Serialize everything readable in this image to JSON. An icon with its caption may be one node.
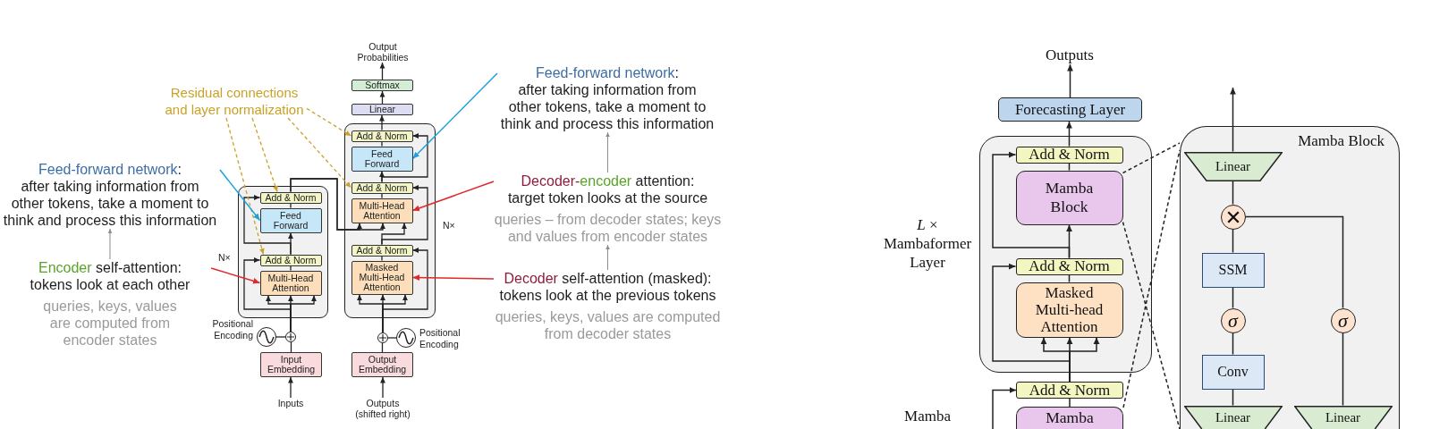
{
  "diagram": {
    "nodes": [
      {
        "text": [
          "Output Probabilities"
        ]
      },
      {
        "text": [
          "Softmax"
        ]
      },
      {
        "text": [
          "Linear"
        ]
      },
      {
        "text": [],
        "shape": "box",
        "beside": [
          "N×"
        ]
      },
      {
        "text": [
          "Add & Norm"
        ],
        "in": 3
      },
      {
        "text": [
          "Feed Forward"
        ],
        "in": 3
      },
      {
        "text": [
          "Add & Norm"
        ],
        "in": 3
      },
      {
        "text": [
          "Multi-Head Attention"
        ],
        "in": 3
      },
      {
        "text": [
          "Add & Norm"
        ],
        "in": 3
      },
      {
        "text": [
          "Masked Multi-Head Attention"
        ],
        "in": 3
      },
      {
        "text": [],
        "shape": "box",
        "beside": [
          "N×"
        ]
      },
      {
        "text": [
          "Add & Norm"
        ],
        "in": 10
      },
      {
        "text": [
          "Feed Forward"
        ],
        "in": 10
      },
      {
        "text": [
          "Add & Norm"
        ],
        "in": 10
      },
      {
        "text": [
          "Multi-Head Attention"
        ],
        "in": 10
      },
      {
        "text": [],
        "shape": "circle",
        "beside": [
          "Positional Encoding"
        ]
      },
      {
        "text": [],
        "shape": "circle"
      },
      {
        "text": [
          "Input Embedding"
        ]
      },
      {
        "text": [
          "Inputs"
        ]
      },
      {
        "text": [],
        "shape": "circle",
        "beside": [
          "Positional Encoding"
        ]
      },
      {
        "text": [],
        "shape": "circle"
      },
      {
        "text": [
          "Output Embedding"
        ]
      },
      {
        "text": [
          "Outputs (shifted right)"
        ]
      },
      {
        "text": [
          "Residual connections and layer normalization"
        ]
      },
      {
        "text": [
          "Feed-forward network:",
          "after taking information from other tokens, take a moment to think and process this information"
        ]
      },
      {
        "text": [
          "Encoder self-attention:",
          "tokens look at each other",
          "queries, keys, values are computed from encoder states"
        ]
      },
      {
        "text": [
          "Feed-forward network:",
          "after taking information from other tokens, take a moment to think and process this information"
        ]
      },
      {
        "text": [
          "Decoder-encoder attention:",
          "target token looks at the source",
          "queries – from decoder states; keys and values from encoder states"
        ]
      },
      {
        "text": [
          "Decoder self-attention (masked):",
          "tokens look at the previous tokens",
          "queries, keys, values are computed from decoder states"
        ]
      },
      {
        "text": [
          "Outputs"
        ]
      },
      {
        "text": [
          "Forecasting Layer"
        ]
      },
      {
        "text": [],
        "shape": "box",
        "beside": [
          "*L* × Mambaformer Layer"
        ]
      },
      {
        "text": [
          "Add & Norm"
        ],
        "in": 31
      },
      {
        "text": [
          "Mamba Block"
        ],
        "in": 31
      },
      {
        "text": [
          "Add & Norm"
        ],
        "in": 31
      },
      {
        "text": [
          "Masked Multi-head Attention"
        ],
        "in": 31
      },
      {
        "text": [
          "Add & Norm"
        ]
      },
      {
        "text": [
          "Mamba"
        ]
      },
      {
        "text": [
          "Mamba Block"
        ]
      },
      {
        "text": [
          "Linear"
        ],
        "in": 38
      },
      {
        "text": [],
        "shape": "circle",
        "in": 38
      },
      {
        "text": [
          "SSM"
        ],
        "in": 38
      },
      {
        "text": [
          "σ"
        ],
        "in": 38
      },
      {
        "text": [
          "Conv"
        ],
        "in": 38
      },
      {
        "text": [
          "σ"
        ],
        "in": 38
      },
      {
        "text": [
          "Linear"
        ],
        "in": 38
      },
      {
        "text": [
          "Linear"
        ],
        "in": 38
      }
    ],
    "edges": [
      {
        "from": 1,
        "to": 0,
        "arrow": "to"
      },
      {
        "from": 2,
        "to": 1,
        "arrow": "to"
      },
      {
        "from": 4,
        "to": 2,
        "arrow": "to"
      },
      {
        "from": 5,
        "to": 4,
        "arrow": "none"
      },
      {
        "from": 6,
        "to": 5,
        "arrow": "to"
      },
      {
        "from": 6,
        "to": 4,
        "arrow": "to"
      },
      {
        "from": 7,
        "to": 6,
        "arrow": "none"
      },
      {
        "from": 8,
        "to": 7,
        "arrow": "to"
      },
      {
        "from": 8,
        "to": 6,
        "arrow": "to"
      },
      {
        "from": 9,
        "to": 8,
        "arrow": "none"
      },
      {
        "from": 20,
        "to": 9,
        "arrow": "to"
      },
      {
        "from": 20,
        "to": 9,
        "arrow": "to"
      },
      {
        "from": 20,
        "to": 9,
        "arrow": "to"
      },
      {
        "from": 20,
        "to": 8,
        "arrow": "to"
      },
      {
        "from": 21,
        "to": 20,
        "arrow": "none"
      },
      {
        "from": 19,
        "to": 20,
        "arrow": "none"
      },
      {
        "from": 22,
        "to": 21,
        "arrow": "to"
      },
      {
        "from": 18,
        "to": 17,
        "arrow": "to"
      },
      {
        "from": 17,
        "to": 16,
        "arrow": "none"
      },
      {
        "from": 15,
        "to": 16,
        "arrow": "none"
      },
      {
        "from": 16,
        "to": 14,
        "arrow": "to"
      },
      {
        "from": 16,
        "to": 14,
        "arrow": "to"
      },
      {
        "from": 16,
        "to": 14,
        "arrow": "to"
      },
      {
        "from": 16,
        "to": 13,
        "arrow": "to"
      },
      {
        "from": 14,
        "to": 13,
        "arrow": "none"
      },
      {
        "from": 13,
        "to": 12,
        "arrow": "to"
      },
      {
        "from": 13,
        "to": 11,
        "arrow": "to"
      },
      {
        "from": 12,
        "to": 11,
        "arrow": "none"
      },
      {
        "from": 11,
        "to": 7,
        "arrow": "to"
      },
      {
        "from": 11,
        "to": 7,
        "arrow": "to"
      },
      {
        "from": 23,
        "to": 11,
        "arrow": "to",
        "style": "dashed",
        "color": "#c9a12b"
      },
      {
        "from": 23,
        "to": 13,
        "arrow": "to",
        "style": "dashed",
        "color": "#c9a12b"
      },
      {
        "from": 23,
        "to": 4,
        "arrow": "to",
        "style": "dashed",
        "color": "#c9a12b"
      },
      {
        "from": 23,
        "to": 6,
        "arrow": "to",
        "style": "dashed",
        "color": "#c9a12b"
      },
      {
        "from": 24,
        "to": 12,
        "arrow": "to",
        "color": "#1ea0dc"
      },
      {
        "from": 25,
        "to": 14,
        "arrow": "to",
        "color": "#e0282d"
      },
      {
        "from": 25,
        "to": 24,
        "arrow": "to",
        "color": "#8c8c8c"
      },
      {
        "from": 26,
        "to": 5,
        "arrow": "to",
        "color": "#1ea0dc"
      },
      {
        "from": 27,
        "to": 7,
        "arrow": "to",
        "color": "#e0282d"
      },
      {
        "from": 28,
        "to": 9,
        "arrow": "to",
        "color": "#e0282d"
      },
      {
        "from": 28,
        "to": 27,
        "arrow": "to",
        "color": "#8c8c8c"
      },
      {
        "from": 27,
        "to": 26,
        "arrow": "to",
        "color": "#8c8c8c"
      },
      {
        "from": 30,
        "to": 29,
        "arrow": "to"
      },
      {
        "from": 32,
        "to": 30,
        "arrow": "to"
      },
      {
        "from": 33,
        "to": 32,
        "arrow": "none"
      },
      {
        "from": 34,
        "to": 33,
        "arrow": "to"
      },
      {
        "from": 34,
        "to": 32,
        "arrow": "to"
      },
      {
        "from": 35,
        "to": 34,
        "arrow": "none"
      },
      {
        "from": 36,
        "to": 35,
        "arrow": "to"
      },
      {
        "from": 36,
        "to": 35,
        "arrow": "to"
      },
      {
        "from": 36,
        "to": 35,
        "arrow": "to"
      },
      {
        "from": 36,
        "to": 34,
        "arrow": "to"
      },
      {
        "from": 37,
        "to": 36,
        "arrow": "none"
      },
      {
        "from": null,
        "to": 36,
        "arrow": "to"
      },
      {
        "from": 33,
        "to": 38,
        "arrow": "none",
        "style": "dashed"
      },
      {
        "from": 33,
        "to": 38,
        "arrow": "none",
        "style": "dashed"
      },
      {
        "from": 37,
        "to": 38,
        "arrow": "none",
        "style": "dashed"
      },
      {
        "from": 39,
        "to": null,
        "arrow": "to"
      },
      {
        "from": 40,
        "to": 39,
        "arrow": "none"
      },
      {
        "from": 41,
        "to": 40,
        "arrow": "none"
      },
      {
        "from": 42,
        "to": 41,
        "arrow": "none"
      },
      {
        "from": 43,
        "to": 42,
        "arrow": "none"
      },
      {
        "from": 45,
        "to": 43,
        "arrow": "none"
      },
      {
        "from": 44,
        "to": 40,
        "arrow": "none"
      },
      {
        "from": 46,
        "to": 44,
        "arrow": "none"
      }
    ],
    "labels": [
      "Mamba"
    ]
  }
}
